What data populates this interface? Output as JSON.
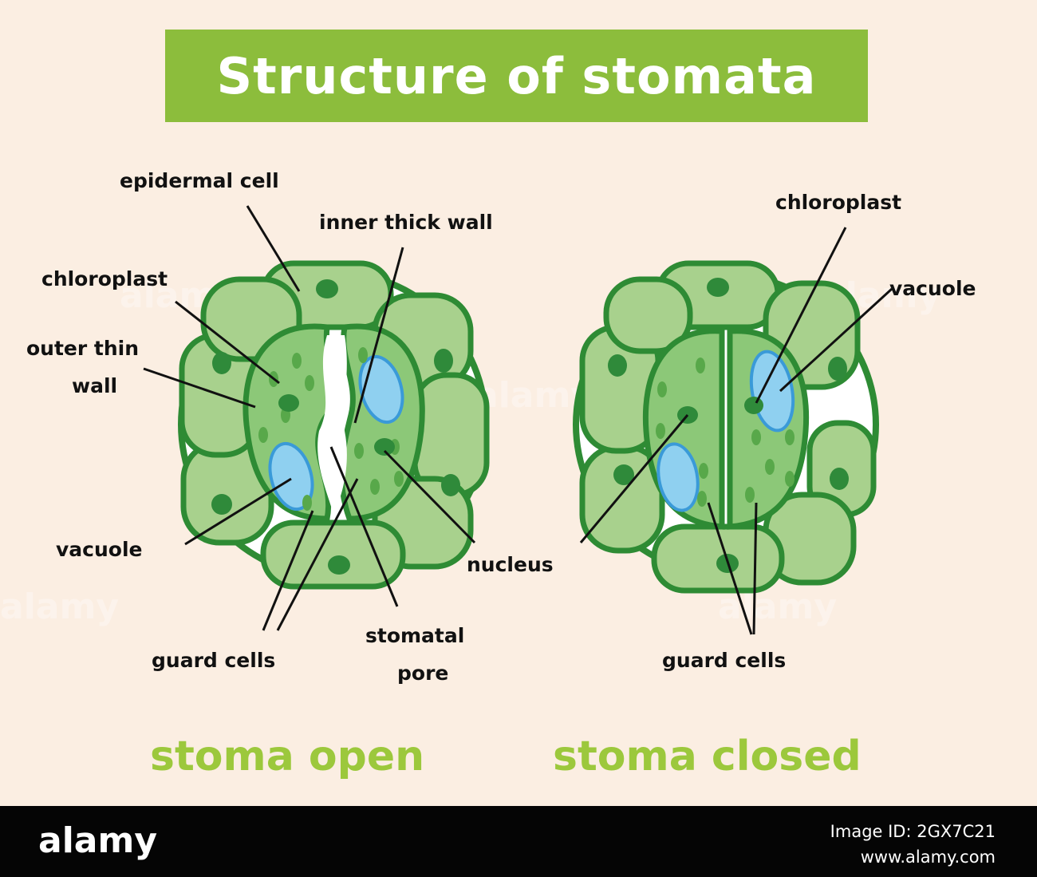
{
  "title": "Structure of stomata",
  "colors": {
    "background": "#fbeee2",
    "banner": "#8cbd3c",
    "cell_fill": "#a8d18d",
    "cell_outline": "#2e8b34",
    "guard_fill": "#8cc878",
    "nucleus": "#2f8a3a",
    "vacuole": "#8fd0f0",
    "caption": "#9cc83c"
  },
  "open_stoma": {
    "caption": "stoma open",
    "labels": {
      "epidermal_cell": "epidermal cell",
      "inner_thick_wall": "inner thick wall",
      "chloroplast": "chloroplast",
      "outer_thin_wall_line1": "outer thin",
      "outer_thin_wall_line2": "wall",
      "vacuole": "vacuole",
      "guard_cells": "guard cells",
      "stomatal_pore_line1": "stomatal",
      "stomatal_pore_line2": "pore",
      "nucleus": "nucleus"
    }
  },
  "closed_stoma": {
    "caption": "stoma closed",
    "labels": {
      "chloroplast": "chloroplast",
      "vacuole": "vacuole",
      "guard_cells": "guard cells"
    }
  },
  "watermark": "alamy",
  "footer": {
    "logo": "alamy",
    "image_id": "Image ID: 2GX7C21",
    "url": "www.alamy.com"
  }
}
